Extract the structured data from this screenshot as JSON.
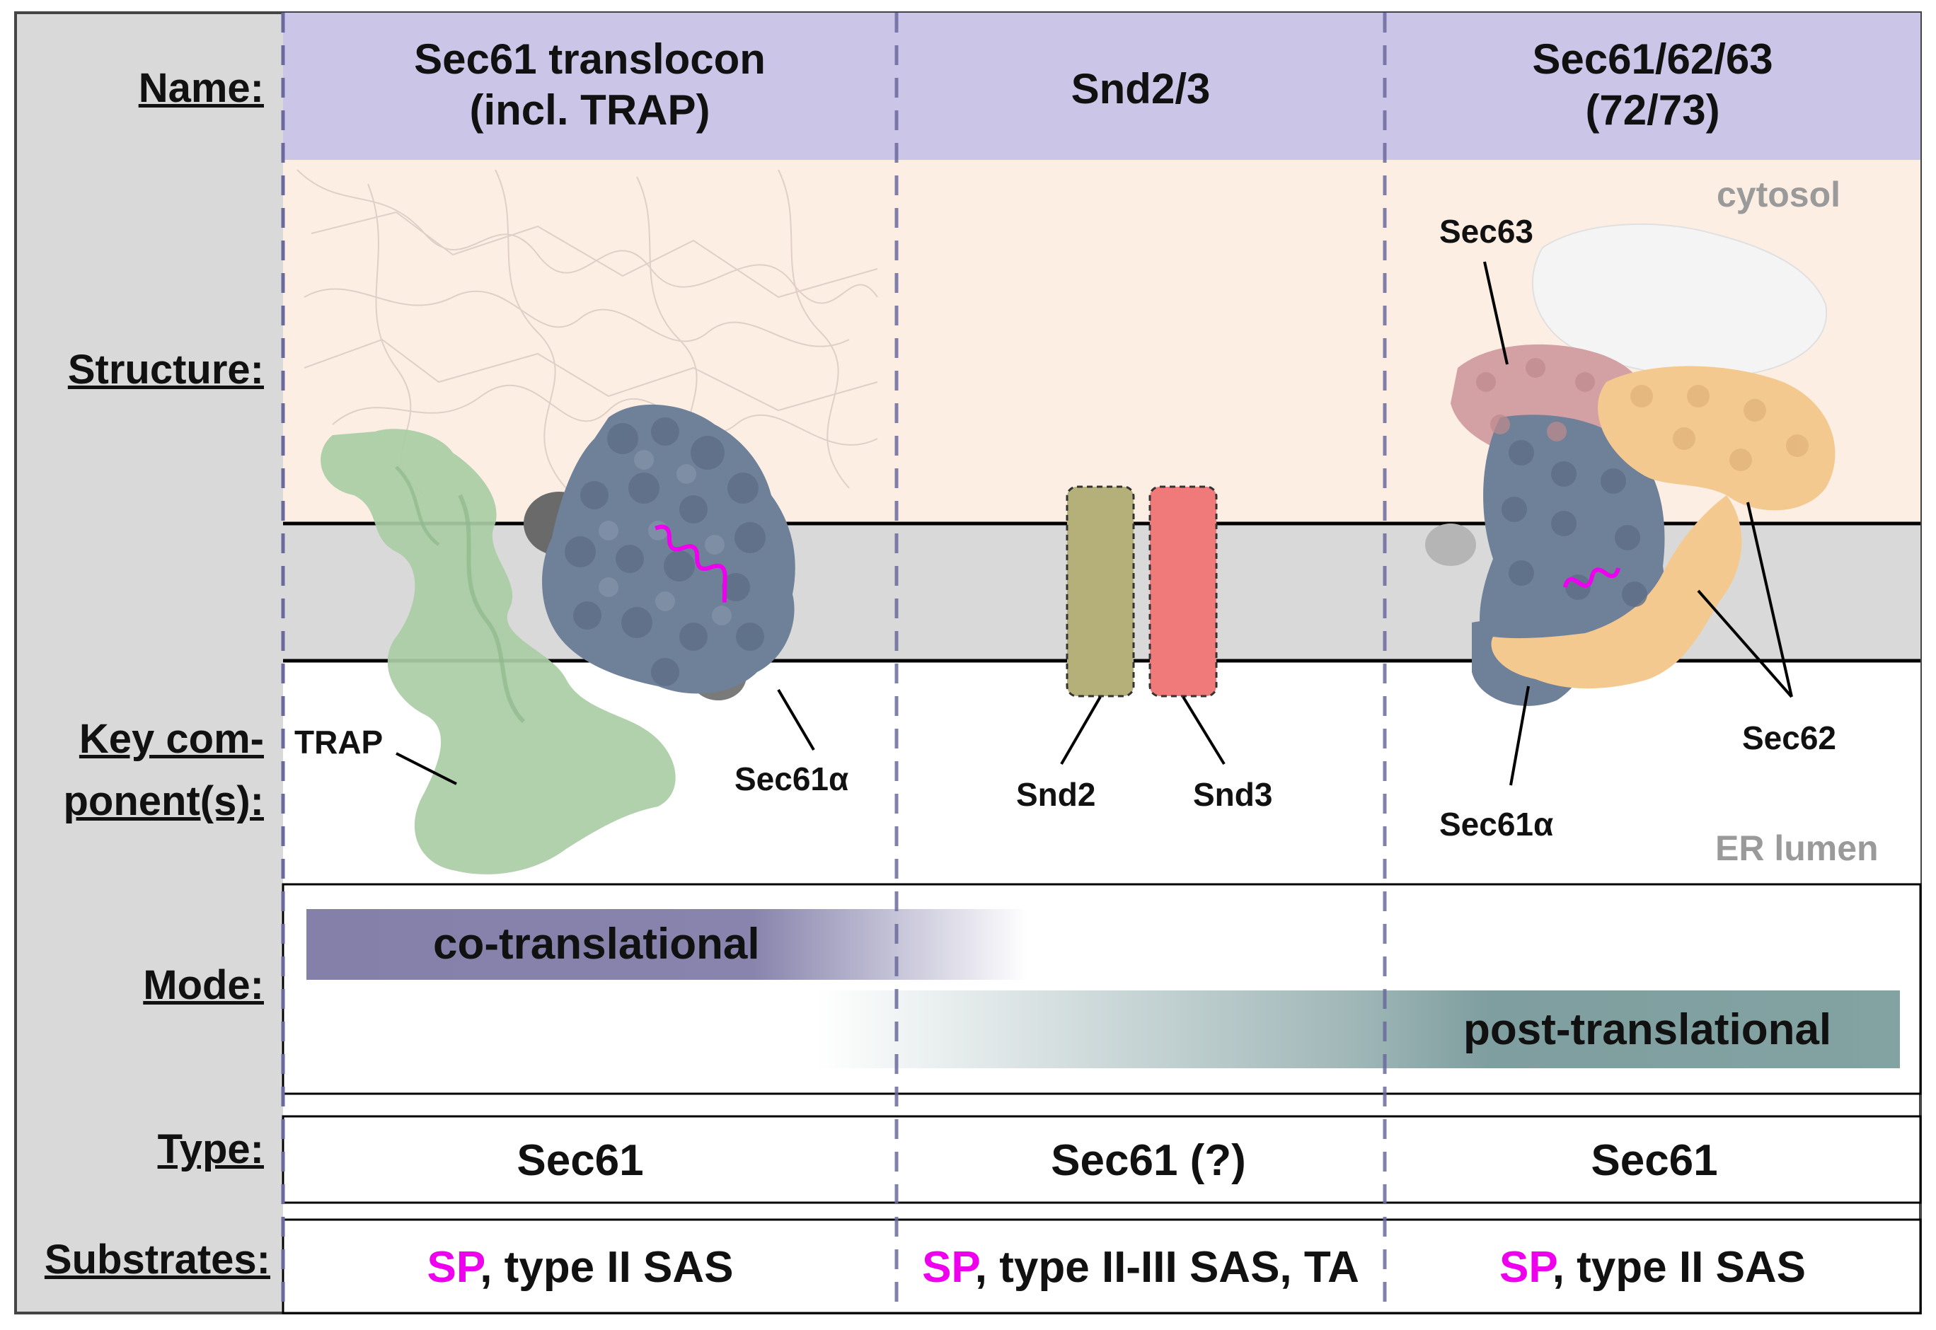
{
  "rows": {
    "name": "Name:",
    "structure": "Structure:",
    "key_line1": "Key com-",
    "key_line2": "ponent(s):",
    "mode": "Mode:",
    "type": "Type:",
    "substrates": "Substrates:"
  },
  "columns": [
    {
      "name_line1": "Sec61 translocon",
      "name_line2": "(incl. TRAP)",
      "components": [
        "TRAP",
        "Sec61α"
      ],
      "type": "Sec61",
      "substrate_sp": "SP",
      "substrate_rest": ", type II SAS"
    },
    {
      "name_line1": "Snd2/3",
      "components": [
        "Snd2",
        "Snd3"
      ],
      "type": "Sec61 (?)",
      "substrate_sp": "SP",
      "substrate_rest": ", type II-III SAS, TA"
    },
    {
      "name_line1": "Sec61/62/63",
      "name_line2": "(72/73)",
      "components": [
        "Sec63",
        "Sec62",
        "Sec61α"
      ],
      "type": "Sec61",
      "substrate_sp": "SP",
      "substrate_rest": ", type II SAS"
    }
  ],
  "regions": {
    "cytosol": "cytosol",
    "lumen": "ER lumen"
  },
  "mode": {
    "co": "co-translational",
    "post": "post-translational"
  },
  "colors": {
    "header": "#cbc6e8",
    "cytosol": "#fdeee4",
    "membrane": "#d9d9d9",
    "label_column": "#d9d9d9",
    "divider": "#6b6a9e",
    "co_band": "#8480aa",
    "post_band": "#7f9e9f",
    "snd2": "#b5b07a",
    "snd3": "#f07a7a",
    "trap": "#a9cda4",
    "sec61a": "#6f8199",
    "sec63": "#d3a0a3",
    "sec62": "#f3c990",
    "sp_highlight": "#ee00ee"
  }
}
